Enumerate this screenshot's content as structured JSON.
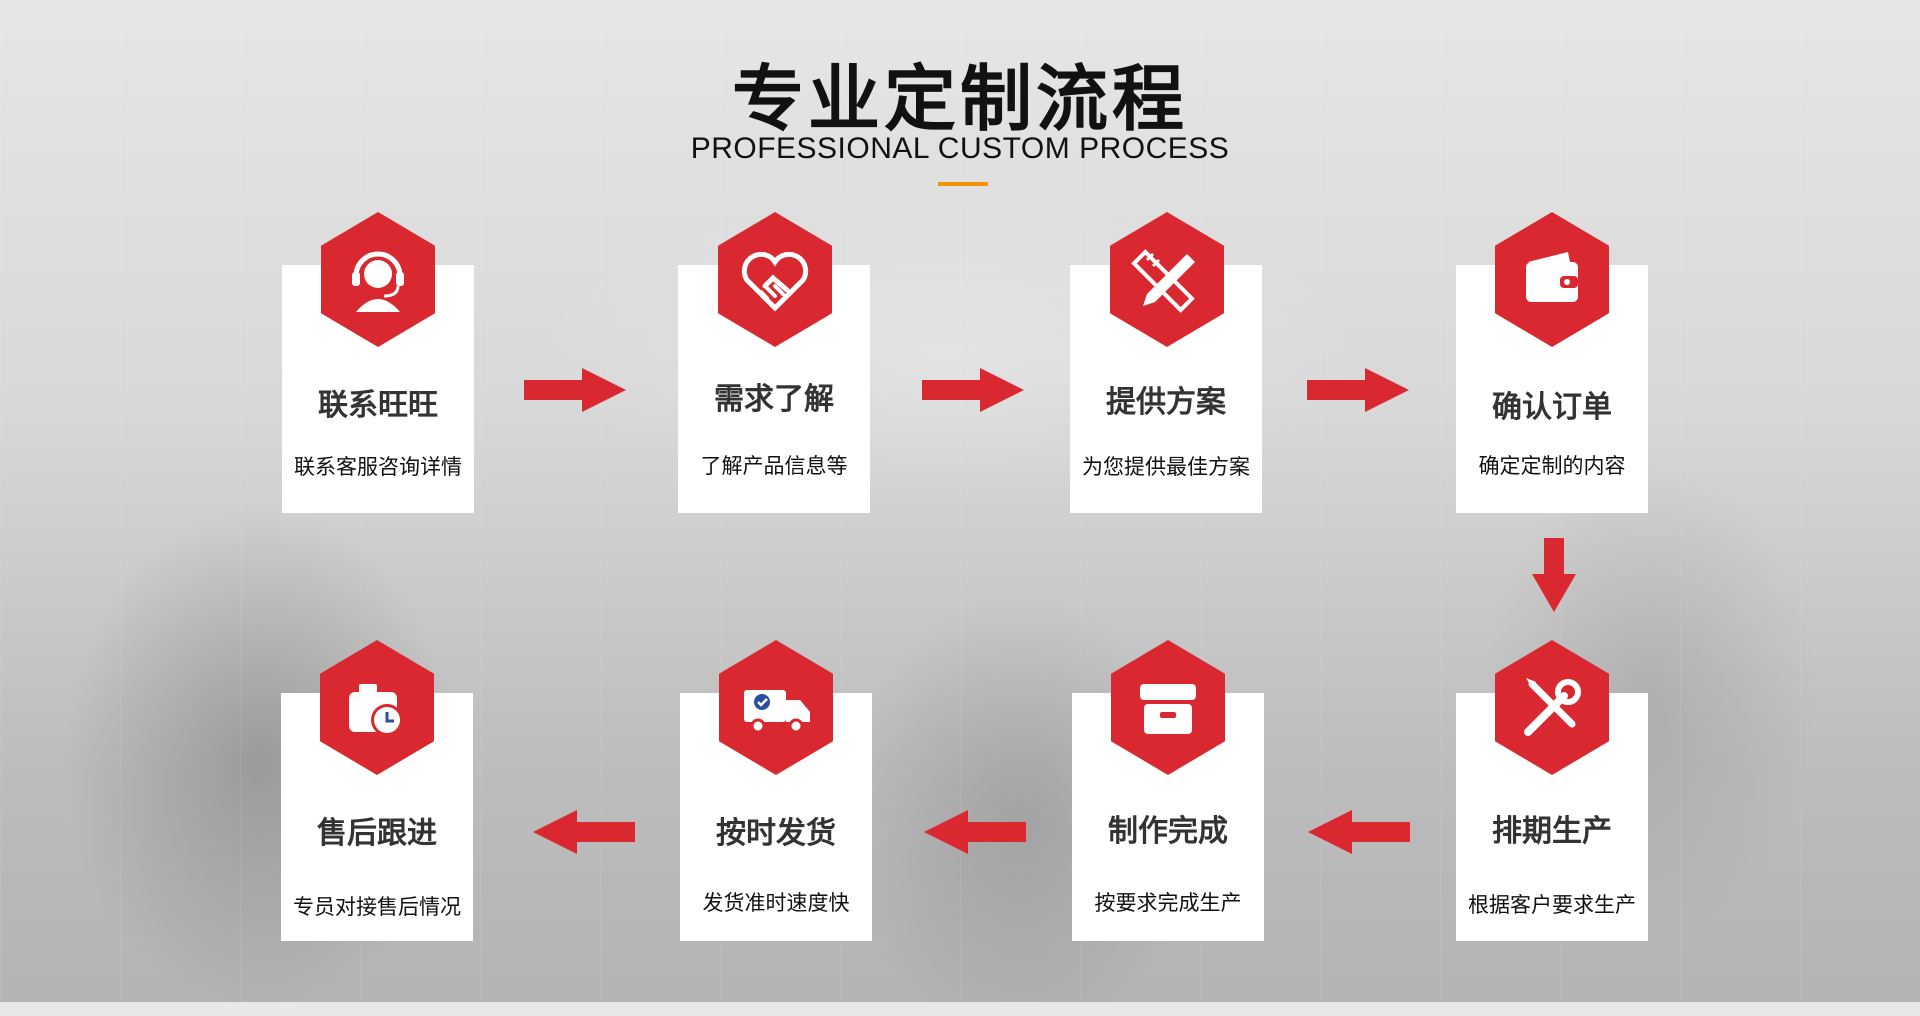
{
  "header": {
    "title": "专业定制流程",
    "subtitle": "PROFESSIONAL CUSTOM PROCESS",
    "accent_color": "#f39200"
  },
  "colors": {
    "hex_red": "#d9282f",
    "arrow_red": "#d9282f"
  },
  "steps": [
    {
      "title": "联系旺旺",
      "desc": "联系客服咨询详情",
      "icon": "headset-icon"
    },
    {
      "title": "需求了解",
      "desc": "了解产品信息等",
      "icon": "handshake-heart-icon"
    },
    {
      "title": "提供方案",
      "desc": "为您提供最佳方案",
      "icon": "pencil-ruler-icon"
    },
    {
      "title": "确认订单",
      "desc": "确定定制的内容",
      "icon": "wallet-icon"
    },
    {
      "title": "排期生产",
      "desc": "根据客户要求生产",
      "icon": "wrench-screwdriver-icon"
    },
    {
      "title": "制作完成",
      "desc": "按要求完成生产",
      "icon": "box-icon"
    },
    {
      "title": "按时发货",
      "desc": "发货准时速度快",
      "icon": "delivery-truck-icon"
    },
    {
      "title": "售后跟进",
      "desc": "专员对接售后情况",
      "icon": "camera-clock-icon"
    }
  ]
}
